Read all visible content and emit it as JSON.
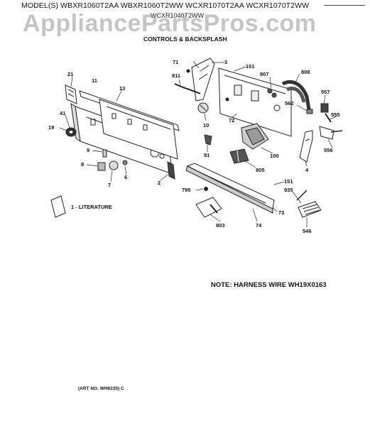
{
  "header": {
    "model_line": "MODEL(S) WBXR1060T2AA  WBXR1060T2WW  WCXR1070T2AA  WCXR1070T2WW",
    "model_line_2": "WCXR1040T2WW",
    "watermark": "AppliancePartsPros.com"
  },
  "diagram": {
    "section_title": "CONTROLS & BACKSPLASH",
    "literature_label": "1 - LITERATURE",
    "note": "NOTE: HARNESS WIRE WH19X0163",
    "art_number": "(ART NO. WH6235) C",
    "part_labels": {
      "p71": "71",
      "p3": "3",
      "p151a": "151",
      "p807": "807",
      "p808": "808",
      "p21": "21",
      "p11": "11",
      "p13": "13",
      "p811": "811",
      "p557": "557",
      "p562": "562",
      "p555": "555",
      "p10": "10",
      "p72": "72",
      "p41": "41",
      "p19": "19",
      "p556": "556",
      "p91": "91",
      "p100": "100",
      "p9": "9",
      "p4": "4",
      "p8": "8",
      "p805": "805",
      "p6": "6",
      "p7": "7",
      "p2": "2",
      "p151b": "151",
      "p790": "790",
      "p935": "935",
      "p73": "73",
      "p803": "803",
      "p74": "74",
      "p546": "546"
    }
  }
}
